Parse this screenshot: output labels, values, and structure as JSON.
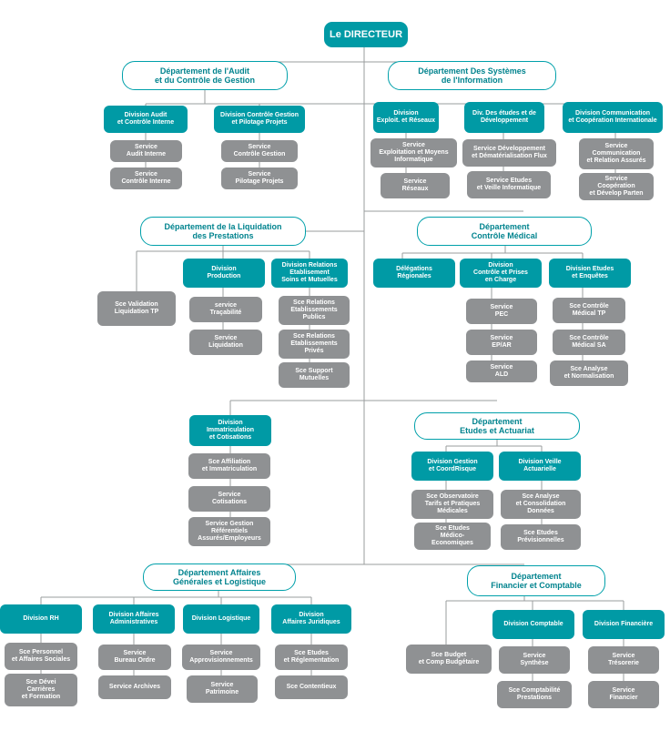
{
  "director": "Le DIRECTEUR",
  "audit": {
    "dept": "Département de l'Audit\net du Contrôle de Gestion",
    "div_audit": "Division Audit\net Contrôle Interne",
    "div_cg": "Division Contrôle Gestion\net Pilotage Projets",
    "svc_audit": "Service\nAudit Interne",
    "svc_ci": "Service\nContrôle Interne",
    "svc_cg": "Service\nContrôle Gestion",
    "svc_pp": "Service\nPilotage Projets"
  },
  "si": {
    "dept": "Département Des Systèmes\nde l'Information",
    "div_expl": "Division\nExploit. et Réseaux",
    "div_etudes": "Div. Des études et de\nDéveloppement",
    "svc_expl": "Service\nExploitation et Moyens\nInformatique",
    "svc_res": "Service\nRéseaux",
    "svc_dev": "Service Développement\net Dématérialisation Flux",
    "svc_etudes": "Service Etudes\net Veille Informatique"
  },
  "comm": {
    "div": "Division Communication\net Coopération Internationale",
    "svc_comm": "Service\nCommunication\net Relation Assurés",
    "svc_coop": "Service\nCoopération\net Dévelop Parten"
  },
  "liq": {
    "dept": "Département de la Liquidation\ndes Prestations",
    "sce_valid": "Sce Validation\nLiquidation TP",
    "div_prod": "Division\nProduction",
    "div_rel": "Division Relations\nEtablisement\nSoins et Mutuelles",
    "svc_trac": "service\nTraçabilité",
    "svc_liq": "Service\nLiquidation",
    "svc_rel_pub": "Sce Relations\nEtablissements\nPublics",
    "svc_rel_priv": "Sce Relations\nEtablissements\nPrivés",
    "svc_mut": "Sce Support\nMutuelles"
  },
  "med": {
    "dept": "Département\nContrôle Médical",
    "deleg": "Délégations\nRégionales",
    "div_ctrl": "Division\nContrôle et Prises\nen Charge",
    "div_etudes": "Division Etudes\net Enquêtes",
    "svc_pec": "Service\nPEC",
    "svc_ep": "Service\nEP/AR",
    "svc_ald": "Service\nALD",
    "svc_tp": "Sce Contrôle\nMédical TP",
    "svc_sa": "Sce Contrôle\nMédical SA",
    "svc_an": "Sce Analyse\net Normalisation"
  },
  "immat": {
    "div": "Division\nImmatriculation\net Cotisations",
    "svc_aff": "Sce Affiliation\net Immatriculation",
    "svc_cot": "Service\nCotisations",
    "svc_gest": "Service Gestion\nRéférentiels\nAssurés/Employeurs"
  },
  "act": {
    "dept": "Département\nEtudes et Actuariat",
    "div_gest": "Division Gestion\net CoordRisque",
    "div_veille": "Division Veille\nActuarielle",
    "svc_obs": "Sce Observatoire\nTarifs et Pratiques\nMédicales",
    "svc_med": "Sce Etudes\nMédico-\nEconomiques",
    "svc_ana": "Sce Analyse\net Consolidation\nDonnées",
    "svc_prev": "Sce Etudes\nPrévisionnelles"
  },
  "agl": {
    "dept": "Département Affaires\nGénérales et Logistique",
    "div_rh": "Division RH",
    "div_adm": "Division Affaires\nAdministratives",
    "div_log": "Division Logistique",
    "div_jur": "Division\nAffaires Juridiques",
    "svc_pers": "Sce Personnel\net Affaires Sociales",
    "svc_dev": "Sce Dévei\nCarrières\net Formation",
    "svc_bur": "Service\nBureau Ordre",
    "svc_arch": "Service Archives",
    "svc_appro": "Service\nApprovisionnements",
    "svc_patr": "Service\nPatrimoine",
    "svc_etreg": "Sce Etudes\net Réglementation",
    "svc_cont": "Sce Contentieux"
  },
  "fin": {
    "dept": "Département\nFinancier et Comptable",
    "sce_budget": "Sce Budget\net Comp Budgétaire",
    "div_compt": "Division Comptable",
    "div_fin": "Division Financière",
    "svc_syn": "Service\nSynthèse",
    "svc_cp": "Sce Comptabilité\nPrestations",
    "svc_tres": "Service\nTrésorerie",
    "svc_fin": "Service\nFinancier"
  }
}
